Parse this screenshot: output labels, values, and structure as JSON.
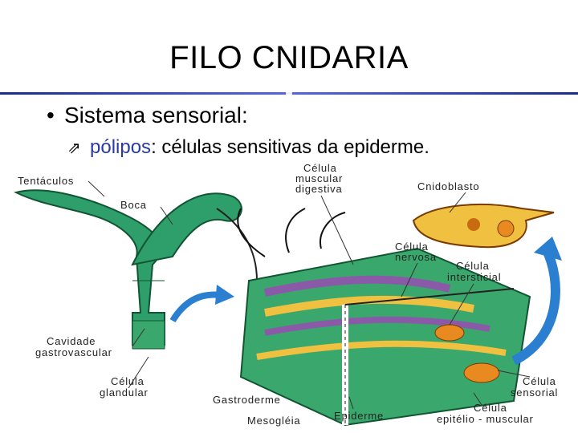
{
  "slide": {
    "title": "FILO CNIDARIA",
    "bullet1": "Sistema sensorial:",
    "bullet2_keyword": "pólipos",
    "bullet2_rest": ": células sensitivas da epiderme."
  },
  "figure": {
    "labels": {
      "tentaculos": "Tentáculos",
      "boca": "Boca",
      "cavidade_1": "Cavidade",
      "cavidade_2": "gastrovascular",
      "cel_glandular_1": "Célula",
      "cel_glandular_2": "glandular",
      "gastroderme": "Gastroderme",
      "mesogleia": "Mesogléia",
      "epiderme": "Epiderme",
      "cel_musc_dig_1": "Célula",
      "cel_musc_dig_2": "muscular",
      "cel_musc_dig_3": "digestiva",
      "cnidoblasto": "Cnidoblasto",
      "cel_nervosa_1": "Célula",
      "cel_nervosa_2": "nervosa",
      "cel_intersticial_1": "Célula",
      "cel_intersticial_2": "intersticial",
      "cel_sensorial_1": "Célula",
      "cel_sensorial_2": "sensorial",
      "cel_epit_musc_1": "Célula",
      "cel_epit_musc_2": "epitélio - muscular"
    },
    "colors": {
      "polyp_green": "#2e9e6a",
      "tissue_green": "#3aa86c",
      "purple": "#8a5aa8",
      "yellow": "#f0c040",
      "orange": "#e98a20",
      "arrow_blue": "#2a7fd0"
    }
  }
}
